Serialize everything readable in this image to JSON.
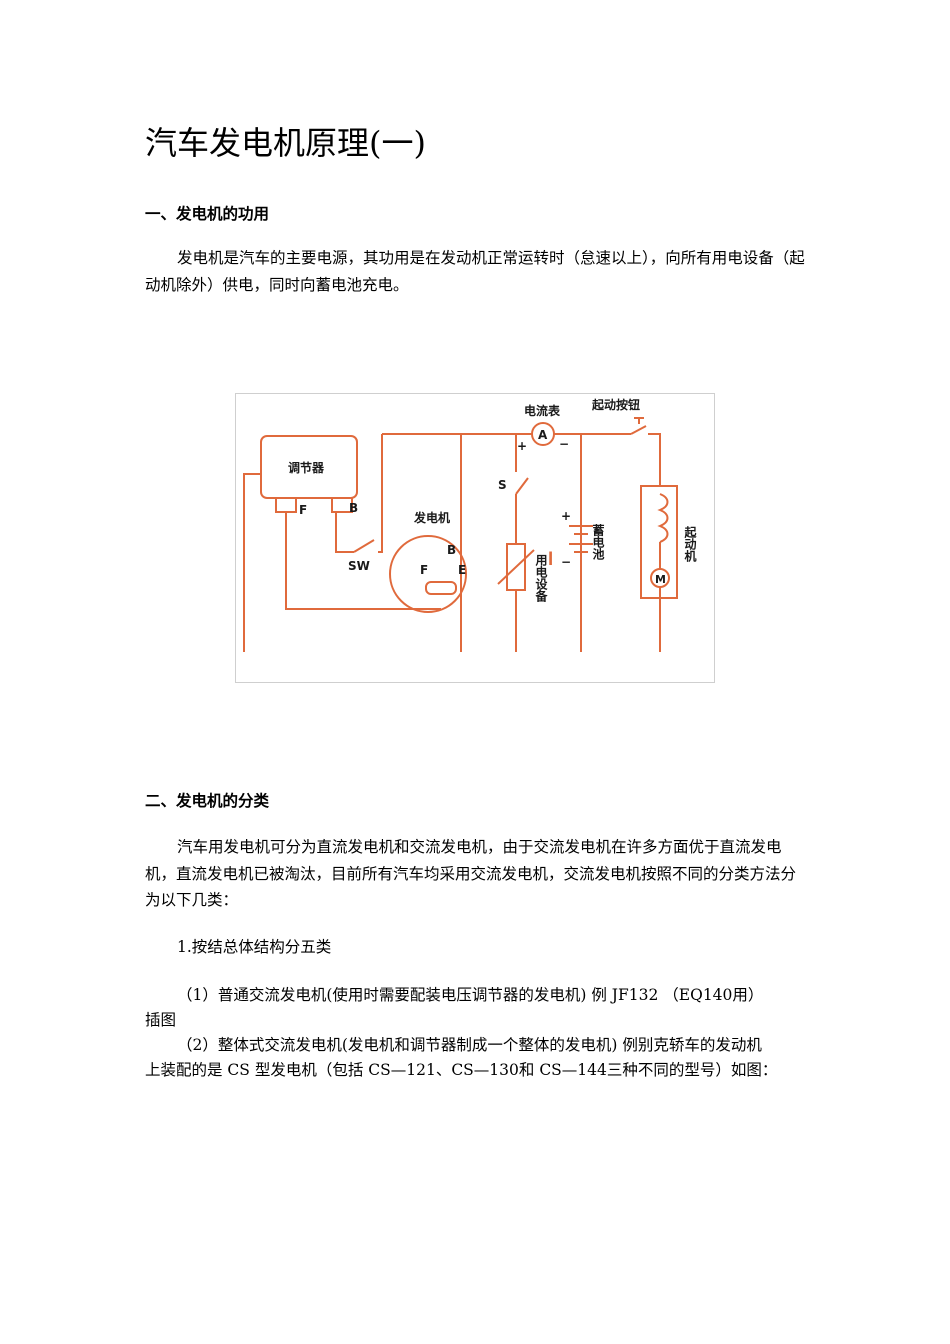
{
  "document": {
    "title": "汽车发电机原理(一)",
    "section1": {
      "heading": "一、发电机的功用",
      "paragraph": "发电机是汽车的主要电源，其功用是在发动机正常运转时（怠速以上），向所有用电设备（起动机除外）供电，同时向蓄电池充电。"
    },
    "figure": {
      "labels": {
        "regulator": "调节器",
        "ammeter": "电流表",
        "ammeter_symbol": "A",
        "start_button": "起动按钮",
        "generator": "发电机",
        "switch_s": "S",
        "switch_sw": "SW",
        "term_f_reg": "F",
        "term_b_reg": "B",
        "term_b_gen": "B",
        "term_f_gen": "F",
        "term_e_gen": "E",
        "plus_top": "+",
        "minus_top": "−",
        "plus_bat": "+",
        "minus_bat": "−",
        "load": "用电设备",
        "battery": "蓄电池",
        "starter": "起动机",
        "motor_symbol": "M"
      },
      "colors": {
        "wire": "#e06a3c",
        "text": "#1a1a1a"
      }
    },
    "section2": {
      "heading": "二、发电机的分类",
      "paragraph": "汽车用发电机可分为直流发电机和交流发电机，由于交流发电机在许多方面优于直流发电机，直流发电机已被淘汰，目前所有汽车均采用交流发电机，交流发电机按照不同的分类方法分为以下几类：",
      "sub1": "1.按结总体结构分五类",
      "item1_line1": "（1）普通交流发电机(使用时需要配装电压调节器的发电机) 例 JF132 （EQ140用）",
      "item1_line2": "插图",
      "item2_line1": "（2）整体式交流发电机(发电机和调节器制成一个整体的发电机) 例别克轿车的发动机",
      "item2_line2": "上装配的是 CS 型发电机（包括 CS—121、CS—130和 CS—144三种不同的型号）如图："
    }
  }
}
